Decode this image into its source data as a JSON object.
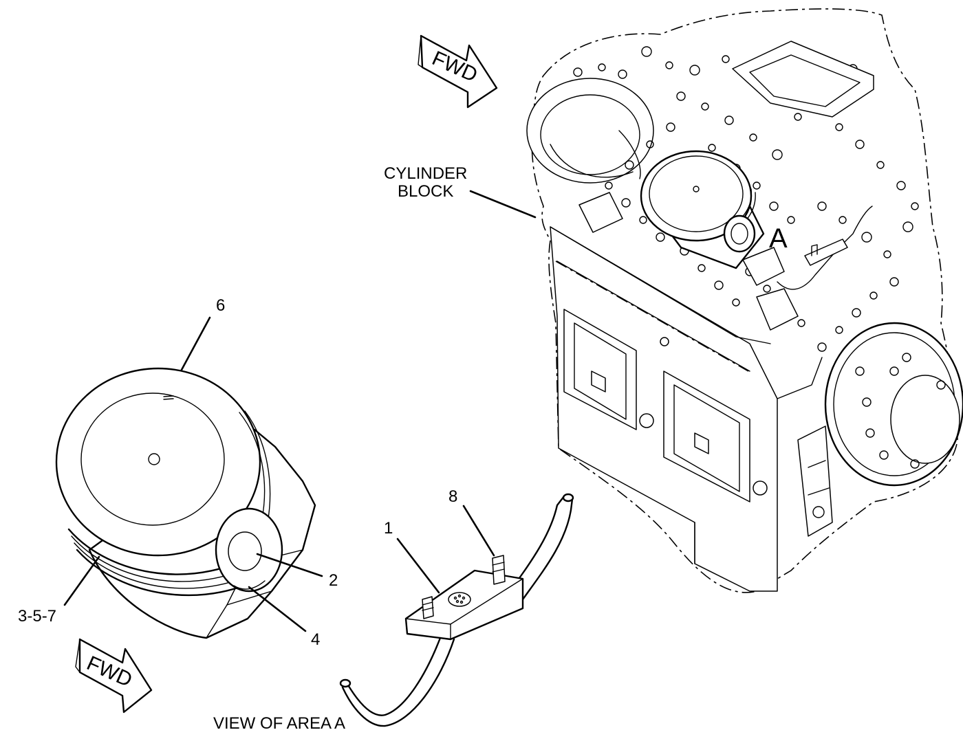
{
  "diagram": {
    "labels": {
      "fwd_top": "FWD",
      "fwd_bottom": "FWD",
      "cylinder_block_line1": "CYLINDER",
      "cylinder_block_line2": "BLOCK",
      "area_marker": "A",
      "view_caption": "VIEW OF AREA A"
    },
    "callouts": {
      "piston": "6",
      "piston_pin": "2",
      "retainer": "4",
      "rings": "3-5-7",
      "nozzle": "1",
      "bolt": "8"
    },
    "colors": {
      "ink": "#000000",
      "paper": "#ffffff"
    }
  }
}
